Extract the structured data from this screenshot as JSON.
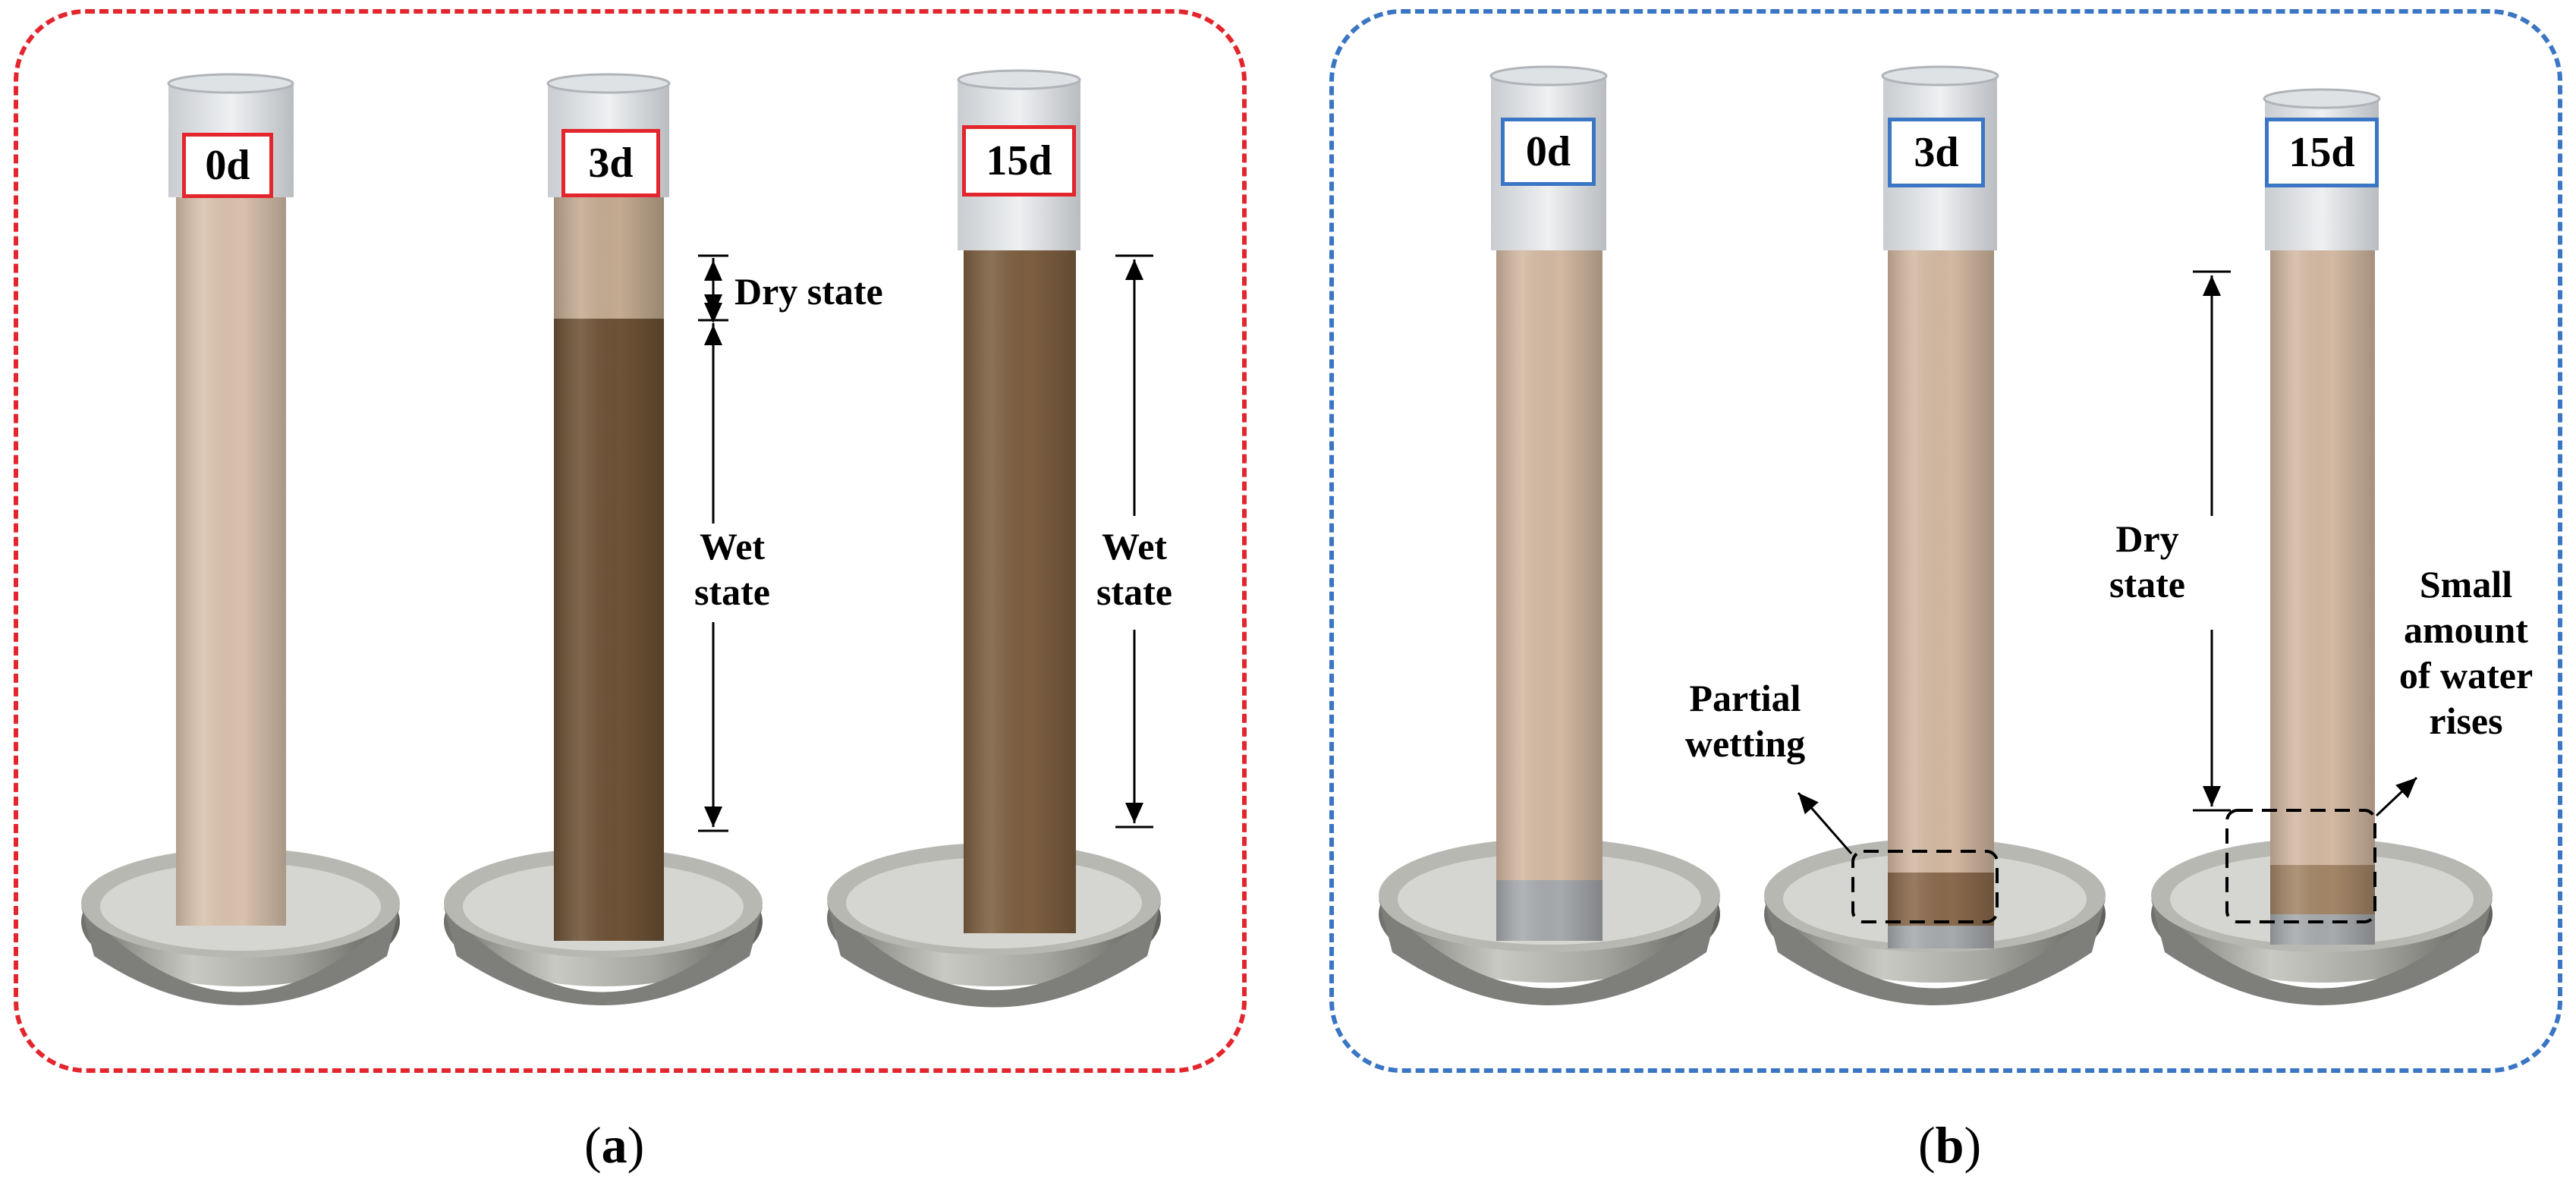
{
  "colors": {
    "panel_a_border": "#e3262d",
    "panel_b_border": "#3b76c4",
    "dry_soil": "#d8c0aa",
    "wet_soil": "#6e5236",
    "basin": "#9a9a96"
  },
  "panel_a": {
    "caption_letter": "a",
    "columns": [
      {
        "day": "0d"
      },
      {
        "day": "3d"
      },
      {
        "day": "15d"
      }
    ],
    "annotations": {
      "dry_state_3d": "Dry state",
      "wet_state_3d_line1": "Wet",
      "wet_state_3d_line2": "state",
      "wet_state_15d_line1": "Wet",
      "wet_state_15d_line2": "state"
    }
  },
  "panel_b": {
    "caption_letter": "b",
    "columns": [
      {
        "day": "0d"
      },
      {
        "day": "3d"
      },
      {
        "day": "15d"
      }
    ],
    "annotations": {
      "partial_wetting_line1": "Partial",
      "partial_wetting_line2": "wetting",
      "dry_state_line1": "Dry",
      "dry_state_line2": "state",
      "water_rises_line1": "Small",
      "water_rises_line2": "amount",
      "water_rises_line3": "of water",
      "water_rises_line4": "rises"
    }
  },
  "caption_paren_open": "(",
  "caption_paren_close": ")"
}
